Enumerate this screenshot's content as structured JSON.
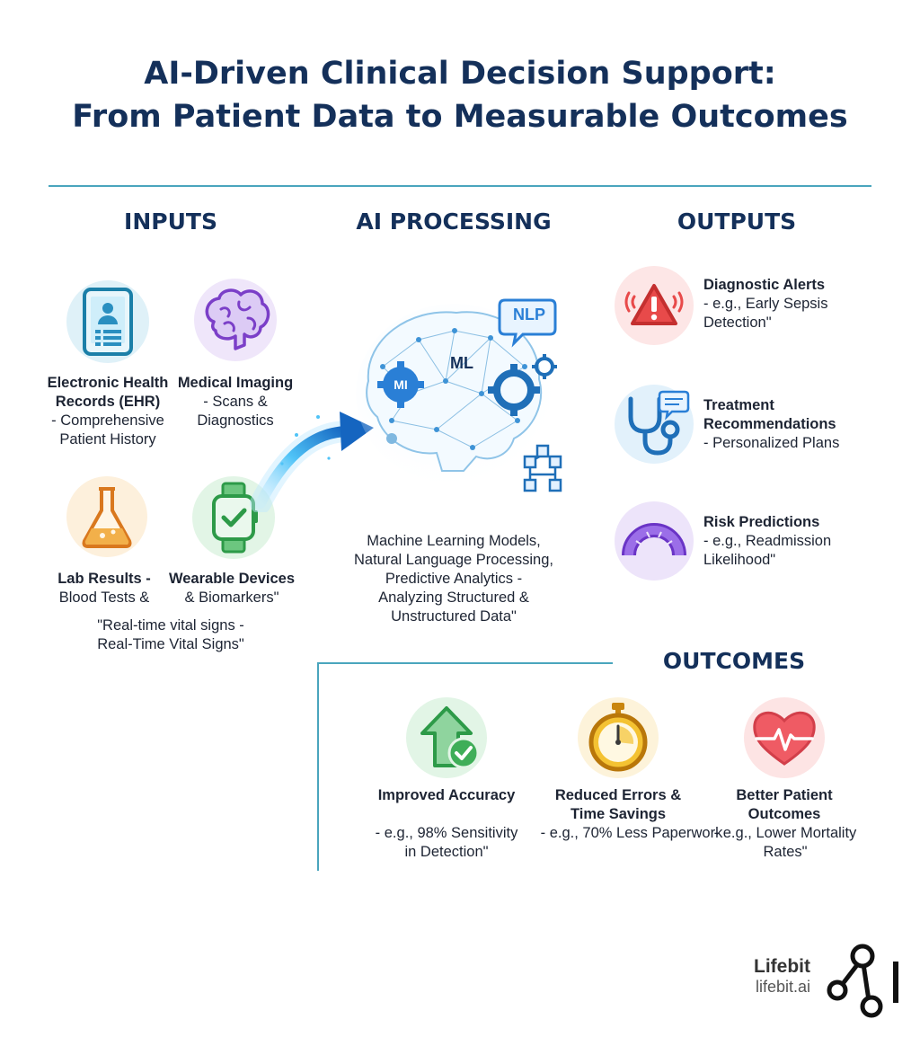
{
  "title": {
    "line1": "AI-Driven Clinical Decision Support:",
    "line2": "From Patient Data to Measurable Outcomes"
  },
  "sections": {
    "inputs": "INPUTS",
    "processing": "AI PROCESSING",
    "outputs": "OUTPUTS",
    "outcomes": "OUTCOMES"
  },
  "inputs": [
    {
      "icon": "tablet-record-icon",
      "lines": [
        "Electronic Health",
        "Records (EHR)",
        "- Comprehensive",
        "Patient History"
      ]
    },
    {
      "icon": "brain-icon",
      "lines": [
        "Medical Imaging",
        "- Scans &",
        "Diagnostics"
      ]
    },
    {
      "icon": "flask-icon",
      "lines": [
        "Lab Results -",
        "Blood Tests &"
      ]
    },
    {
      "icon": "smartwatch-icon",
      "lines": [
        "Wearable Devices",
        "& Biomarkers\""
      ]
    }
  ],
  "inputs_note": [
    "\"Real-time vital signs -",
    "Real-Time Vital Signs\""
  ],
  "processing": {
    "badges": {
      "nlp": "NLP",
      "ml": "ML",
      "mi": "MI"
    },
    "lines": [
      "Machine Learning Models,",
      "Natural Language Processing,",
      "Predictive Analytics -",
      "Analyzing Structured &",
      "Unstructured Data\""
    ]
  },
  "outputs": [
    {
      "icon": "warning-icon",
      "title": "Diagnostic Alerts",
      "lines": [
        "- e.g., Early Sepsis",
        "Detection\""
      ]
    },
    {
      "icon": "stethoscope-icon",
      "title": "Treatment",
      "title2": "Recommendations",
      "lines": [
        "- Personalized Plans"
      ]
    },
    {
      "icon": "gauge-icon",
      "title": "Risk Predictions",
      "lines": [
        "- e.g., Readmission",
        "Likelihood\""
      ]
    }
  ],
  "outcomes": [
    {
      "icon": "arrow-up-check-icon",
      "title": [
        "Improved Accuracy"
      ],
      "detail": [
        "- e.g., 98% Sensitivity",
        "in Detection\""
      ]
    },
    {
      "icon": "stopwatch-icon",
      "title": [
        "Reduced Errors &",
        "Time Savings"
      ],
      "detail": [
        "- e.g., 70% Less Paperwork"
      ]
    },
    {
      "icon": "heart-pulse-icon",
      "title": [
        "Better Patient",
        "Outcomes"
      ],
      "detail": [
        "- e.g., Lower Mortality",
        "Rates\""
      ]
    }
  ],
  "brand": {
    "name": "Lifebit",
    "url": "lifebit.ai"
  },
  "colors": {
    "navy": "#14305a",
    "teal": "#4aa5bd",
    "blue": "#2a7fd6"
  }
}
